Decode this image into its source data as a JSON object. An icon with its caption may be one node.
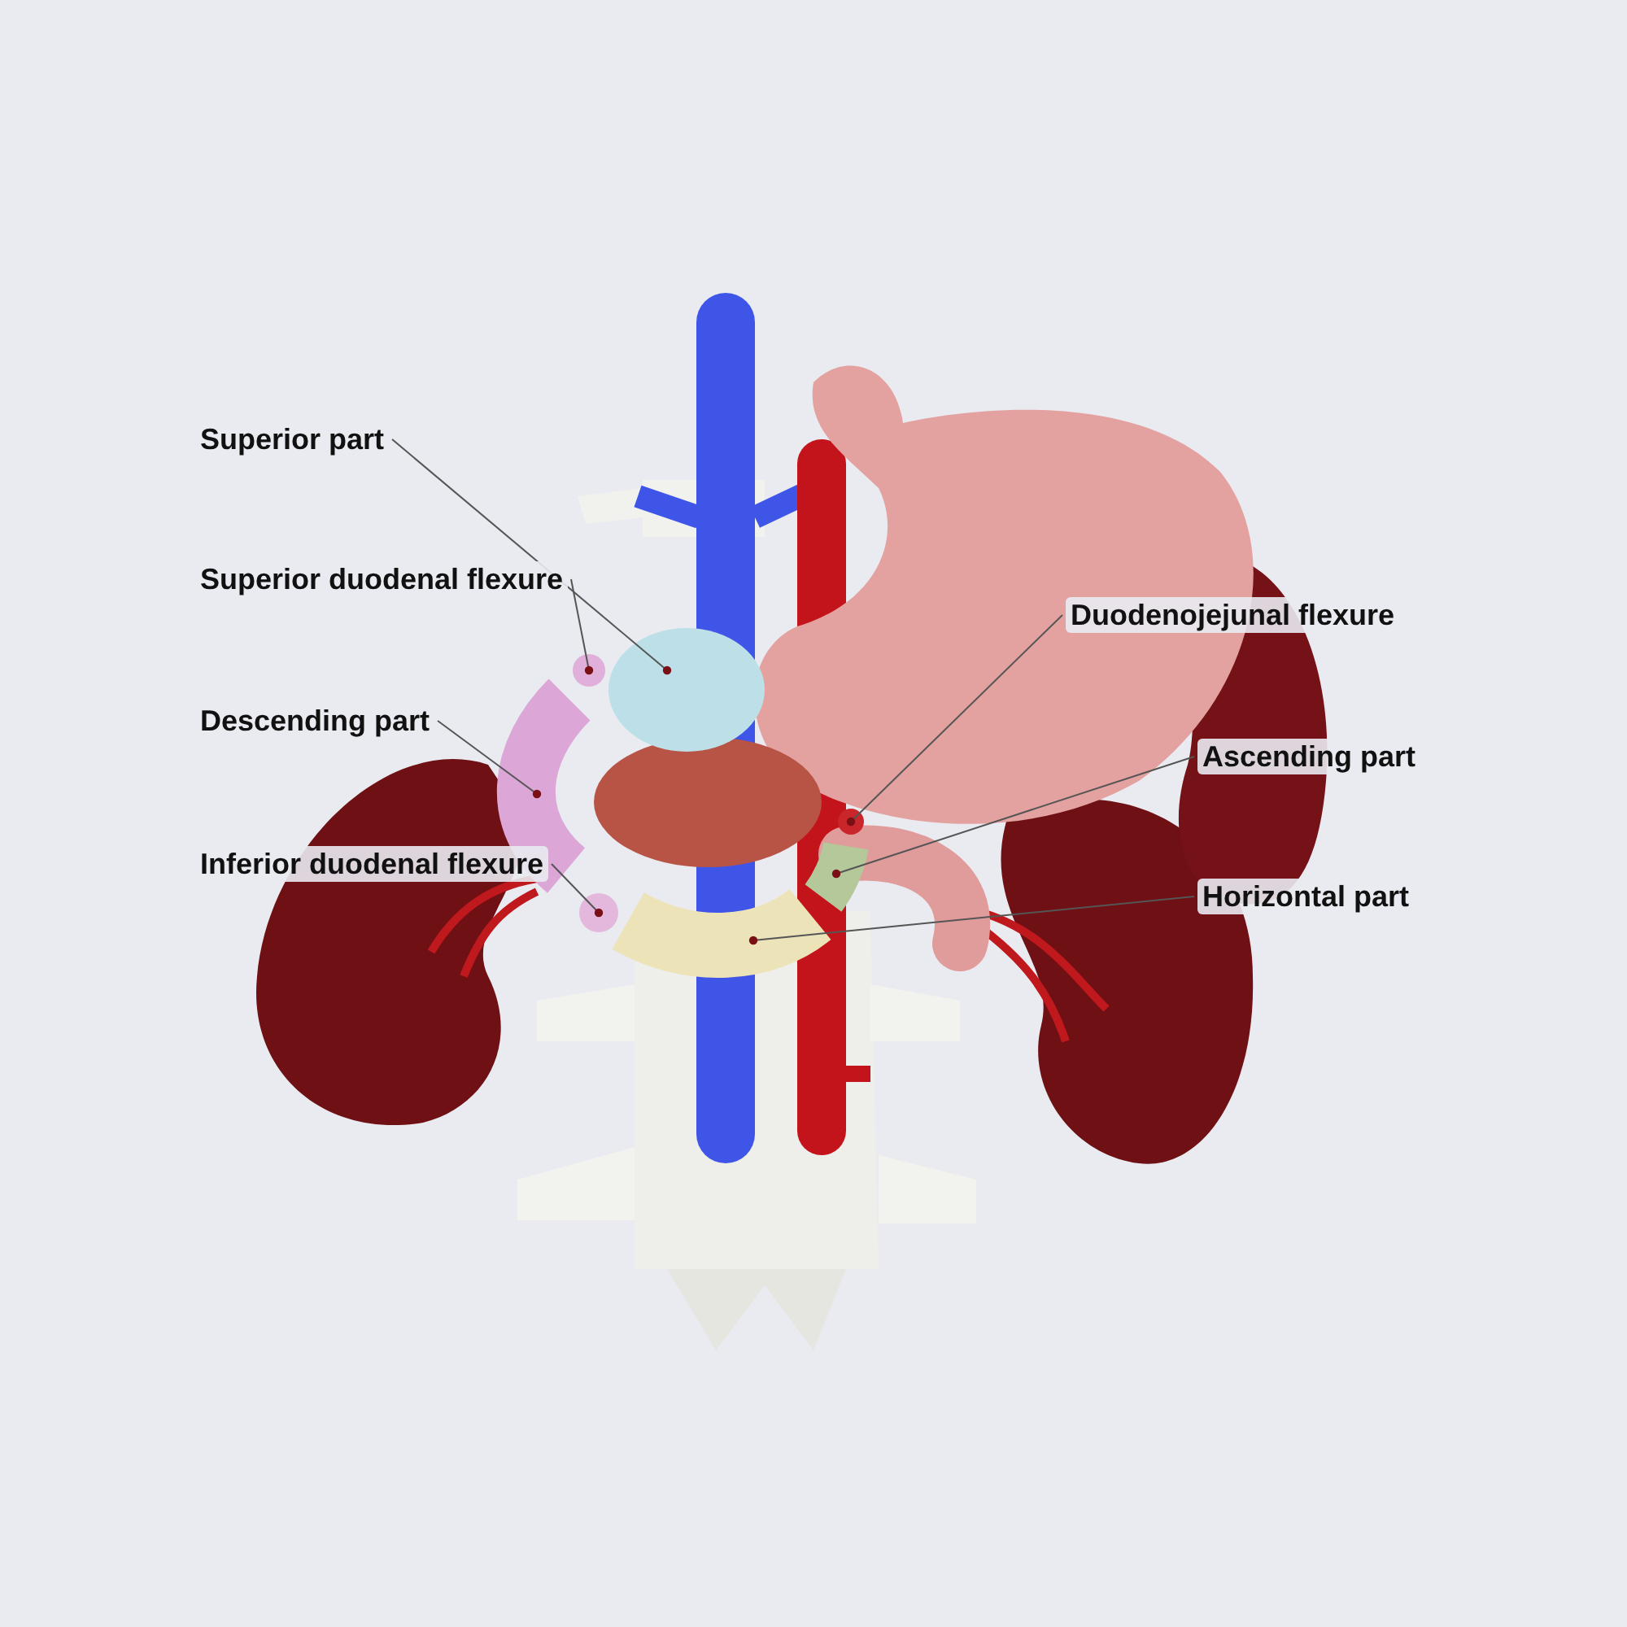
{
  "diagram": {
    "nodes": [
      {
        "text": [
          "Superior part"
        ]
      },
      {
        "text": [
          "Superior duodenal flexure"
        ]
      },
      {
        "text": [
          "Descending part"
        ]
      },
      {
        "text": [
          "Inferior duodenal flexure"
        ]
      },
      {
        "text": [
          "Duodenojejunal flexure"
        ]
      },
      {
        "text": [
          "Ascending part"
        ]
      },
      {
        "text": [
          "Horizontal part"
        ]
      },
      {
        "text": [],
        "shape": "circle"
      },
      {
        "text": [],
        "shape": "circle"
      },
      {
        "text": [],
        "shape": "bar"
      },
      {
        "text": [],
        "shape": "circle"
      },
      {
        "text": [],
        "shape": "circle"
      },
      {
        "text": [],
        "shape": "bar"
      },
      {
        "text": [],
        "shape": "bar"
      }
    ],
    "edges": [
      {
        "from": 0,
        "to": 7,
        "arrow": "other"
      },
      {
        "from": 1,
        "to": 8,
        "arrow": "other"
      },
      {
        "from": 2,
        "to": 9,
        "arrow": "other"
      },
      {
        "from": 3,
        "to": 10,
        "arrow": "other"
      },
      {
        "from": 4,
        "to": 11,
        "arrow": "other"
      },
      {
        "from": 5,
        "to": 12,
        "arrow": "other"
      },
      {
        "from": 6,
        "to": 13,
        "arrow": "other"
      }
    ]
  }
}
